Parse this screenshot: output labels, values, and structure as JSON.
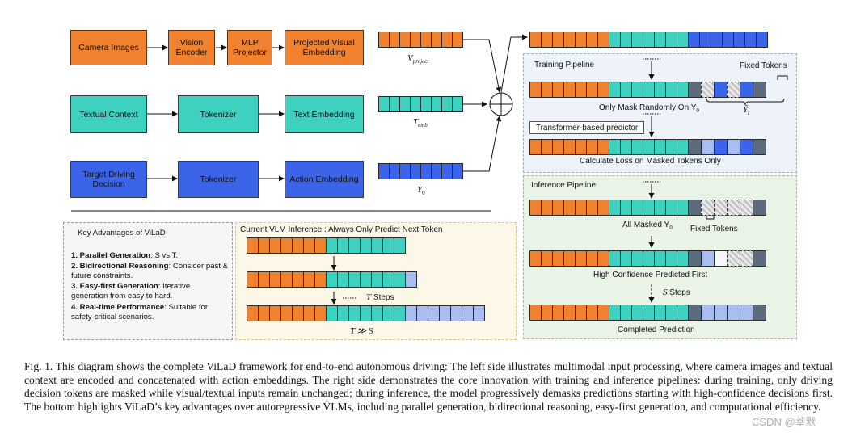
{
  "left_inputs": {
    "camera_images": "Camera Images",
    "vision_encoder": "Vision Encoder",
    "mlp_projector": "MLP Projector",
    "projected_visual": "Projected Visual Embedding",
    "textual_context": "Textual Context",
    "tokenizer_text": "Tokenizer",
    "text_embedding": "Text Embedding",
    "target_driving": "Target Driving Decision",
    "tokenizer_action": "Tokenizer",
    "action_embedding": "Action Embedding",
    "v_project_base": "V",
    "v_project_sub": "project",
    "t_emb_base": "T",
    "t_emb_sub": "emb",
    "y0_base": "Y",
    "y0_sub": "0"
  },
  "training": {
    "title": "Training Pipeline",
    "fixed_tokens": "Fixed Tokens",
    "mask_label": "Only Mask Randomly On Y",
    "mask_sub": "0",
    "yt_base": "Ŷ",
    "yt_sub": "t",
    "predictor": "Transformer-based predictor",
    "loss_label": "Calculate Loss on Masked Tokens Only"
  },
  "inference": {
    "title": "Inference Pipeline",
    "all_masked": "All Masked Y",
    "all_masked_sub": "0",
    "fixed_tokens": "Fixed Tokens",
    "high_conf": "High Confidence Predicted First",
    "s_steps_var": "S",
    "s_steps_word": " Steps",
    "completed": "Completed Prediction"
  },
  "advantages": {
    "title": "Key Advantages of ViLaD",
    "items": [
      {
        "head": "1. Parallel Generation",
        "body": ": S vs T."
      },
      {
        "head": "2. Bidirectional Reasoning",
        "body": ": Consider past & future constraints."
      },
      {
        "head": "3. Easy-first Generation",
        "body": ": Iterative generation from easy to hard."
      },
      {
        "head": "4. Real-time Performance",
        "body": ": Suitable for safety-critical scenarios."
      }
    ]
  },
  "vlm": {
    "title": "Current VLM Inference : Always Only Predict Next Token",
    "t_steps_var": "T",
    "t_steps_word": " Steps",
    "comparison": "T ≫ S"
  },
  "caption": "Fig. 1.   This diagram shows the complete ViLaD framework for end-to-end autonomous driving: The left side illustrates multimodal input processing, where camera images and textual context are encoded and concatenated with action embeddings. The right side demonstrates the core innovation with training and inference pipelines: during training, only driving decision tokens are masked while visual/textual inputs remain unchanged; during inference, the model progressively demasks predictions starting with high-confidence decisions first. The bottom highlights ViLaD’s key advantages over autoregressive VLMs, including parallel generation, bidirectional reasoning, easy-first generation, and computational efficiency.",
  "watermark": "CSDN @莘默",
  "colors": {
    "orange": "#f0812f",
    "teal": "#3fd1bf",
    "blue": "#3b64e8",
    "gray": "#5b6b7b",
    "light_blue": "#a9bdf0",
    "training_bg": "#eef3fa",
    "inference_bg": "#e9f3e6",
    "vlm_bg": "#fdf7e8"
  }
}
